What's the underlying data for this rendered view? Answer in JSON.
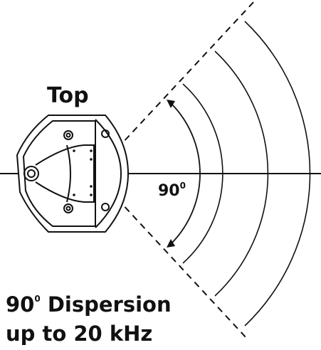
{
  "view_label": "Top",
  "angle_label": {
    "value": "90",
    "superscript": "0"
  },
  "caption": {
    "line1_value": "90",
    "line1_superscript": "0",
    "line1_rest": " Dispersion",
    "line2": "up to 20 kHz"
  },
  "colors": {
    "ink": "#111111",
    "background": "#ffffff"
  },
  "icons": {
    "speaker": "speaker-top-view-icon"
  }
}
